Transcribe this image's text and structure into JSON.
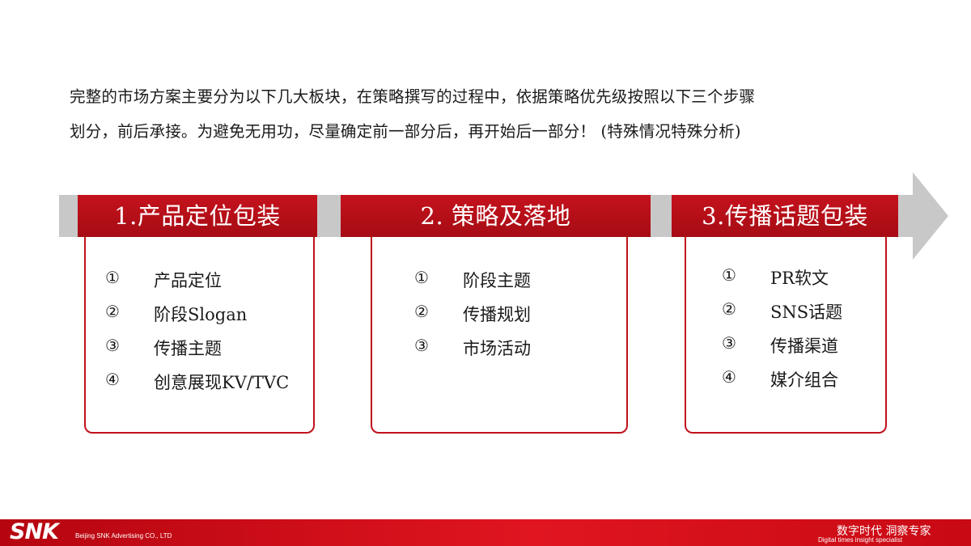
{
  "intro": {
    "line1": "完整的市场方案主要分为以下几大板块，在策略撰写的过程中，依据策略优先级按照以下三个步骤",
    "line2": "划分，前后承接。为避免无用功，尽量确定前一部分后，再开始后一部分！  (特殊情况特殊分析)"
  },
  "steps": [
    {
      "title": "1.产品定位包装",
      "items": [
        {
          "num": "①",
          "text": "产品定位"
        },
        {
          "num": "②",
          "text": "阶段Slogan"
        },
        {
          "num": "③",
          "text": "传播主题"
        },
        {
          "num": "④",
          "text": "创意展现KV/TVC"
        }
      ]
    },
    {
      "title": "2. 策略及落地",
      "items": [
        {
          "num": "①",
          "text": "阶段主题"
        },
        {
          "num": "②",
          "text": "传播规划"
        },
        {
          "num": "③",
          "text": "市场活动"
        }
      ]
    },
    {
      "title": "3.传播话题包装",
      "items": [
        {
          "num": "①",
          "text": "PR软文"
        },
        {
          "num": "②",
          "text": "SNS话题"
        },
        {
          "num": "③",
          "text": "传播渠道"
        },
        {
          "num": "④",
          "text": "媒介组合"
        }
      ]
    }
  ],
  "footer": {
    "logo": "SNK",
    "company": "Beijing SNK Advertising CO., LTD",
    "slogan_cn": "数字时代 洞察专家",
    "slogan_en": "Digital times insight specialist"
  },
  "colors": {
    "accent_red": "#c0111b",
    "arrow_gray": "#c8c8c8",
    "text": "#1a1a1a"
  }
}
